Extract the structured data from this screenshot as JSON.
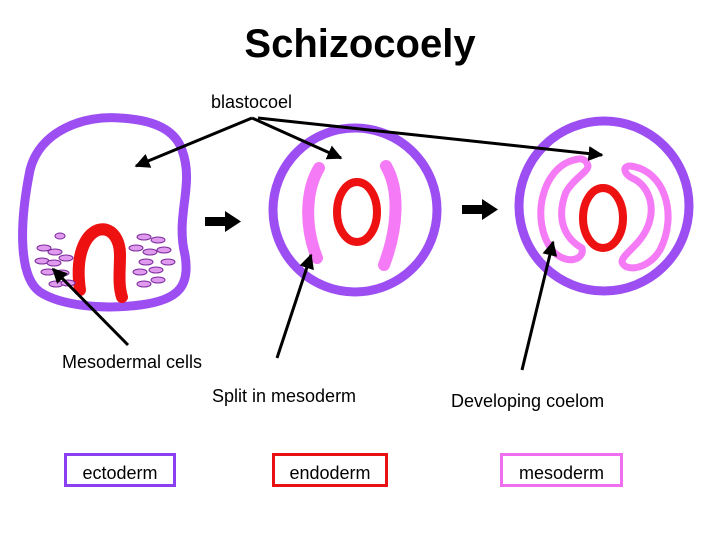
{
  "title": "Schizocoely",
  "labels": {
    "blastocoel": "blastocoel",
    "mesodermal_cells": "Mesodermal cells",
    "split": "Split in mesoderm",
    "developing": "Developing coelom"
  },
  "legend": [
    {
      "label": "ectoderm",
      "color": "#8b3ff0"
    },
    {
      "label": "endoderm",
      "color": "#e81010"
    },
    {
      "label": "mesoderm",
      "color": "#f06ef0"
    }
  ],
  "colors": {
    "ectoderm": "#9d4ef2",
    "endoderm": "#ee1111",
    "mesoderm": "#f57af5",
    "mesoderm_cell": "#e09bef"
  }
}
